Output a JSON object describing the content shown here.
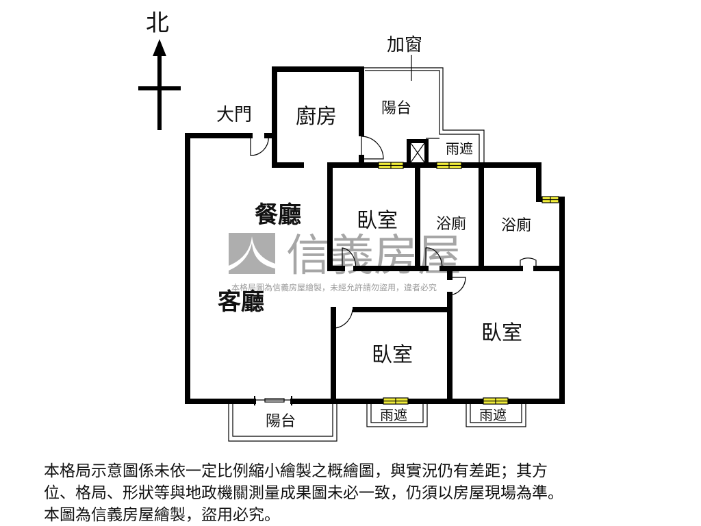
{
  "compass": {
    "label": "北"
  },
  "callouts": {
    "add_window": "加窗",
    "main_door": "大門"
  },
  "rooms": {
    "kitchen": "廚房",
    "balcony_top": "陽台",
    "rain_shelter_top": "雨遮",
    "dining": "餐廳",
    "living": "客廳",
    "bedroom_1": "臥室",
    "bathroom_1": "浴廁",
    "bathroom_2": "浴廁",
    "bedroom_2": "臥室",
    "bedroom_3": "臥室",
    "balcony_bottom": "陽台",
    "rain_shelter_bottom_1": "雨遮",
    "rain_shelter_bottom_2": "雨遮"
  },
  "watermark": {
    "brand": "信義房屋",
    "notice": "本格局圖為信義房屋繪製，未經允許請勿盜用，違者必究"
  },
  "disclaimer": {
    "line1": "本格局示意圖係未依一定比例縮小繪製之概繪圖，與實況仍有差距；其方",
    "line2": "位、格局、形狀等與地政機關測量成果圖未必一致，仍須以房屋現場為準。",
    "line3": "本圖為信義房屋繪製，盜用必究。"
  },
  "colors": {
    "wall": "#000000",
    "window": "#f2ee3a",
    "watermark": "#a6a6a6"
  }
}
